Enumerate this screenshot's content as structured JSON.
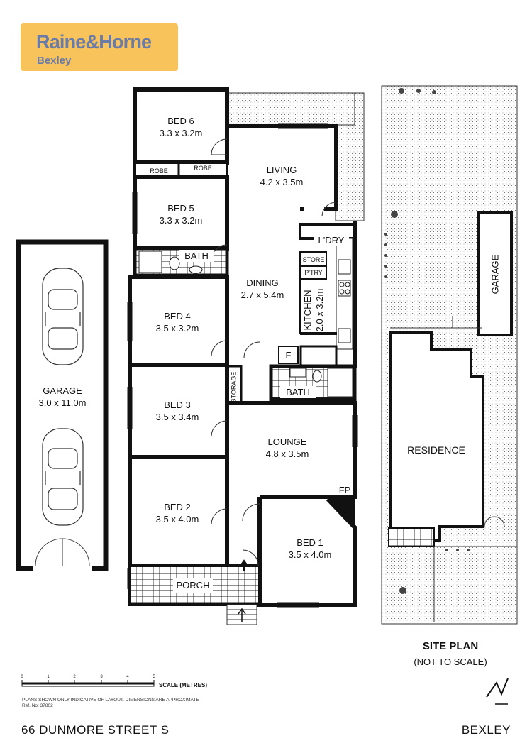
{
  "brand": {
    "name": "Raine&Horne",
    "office": "Bexley"
  },
  "rooms": {
    "bed6": {
      "name": "BED 6",
      "size": "3.3 x 3.2m"
    },
    "bed5": {
      "name": "BED 5",
      "size": "3.3 x 3.2m"
    },
    "bed4": {
      "name": "BED 4",
      "size": "3.5 x 3.2m"
    },
    "bed3": {
      "name": "BED 3",
      "size": "3.5 x 3.4m"
    },
    "bed2": {
      "name": "BED 2",
      "size": "3.5 x 4.0m"
    },
    "bed1": {
      "name": "BED 1",
      "size": "3.5 x 4.0m"
    },
    "living": {
      "name": "LIVING",
      "size": "4.2 x 3.5m"
    },
    "dining": {
      "name": "DINING",
      "size": "2.7 x 5.4m"
    },
    "kitchen": {
      "name": "KITCHEN",
      "size": "2.0 x 3.2m"
    },
    "lounge": {
      "name": "LOUNGE",
      "size": "4.8 x 3.5m"
    },
    "garage": {
      "name": "GARAGE",
      "size": "3.0 x 11.0m"
    }
  },
  "labels": {
    "robe1": "ROBE",
    "robe2": "ROBE",
    "bath_upper": "BATH",
    "bath_lower": "BATH",
    "laundry": "L'DRY",
    "store": "STORE",
    "pantry": "P'TRY",
    "fridge": "F",
    "storage": "STORAGE",
    "fireplace": "FP",
    "porch": "PORCH"
  },
  "site_plan": {
    "title": "SITE PLAN",
    "subtitle": "(NOT TO SCALE)",
    "garage": "GARAGE",
    "residence": "RESIDENCE"
  },
  "scale": {
    "ticks": [
      "0",
      "1",
      "2",
      "3",
      "4",
      "5"
    ],
    "label": "SCALE (METRES)"
  },
  "disclaimer": {
    "line1": "PLANS SHOWN ONLY INDICATIVE OF LAYOUT.  DIMENSIONS ARE APPROXIMATE",
    "line2": "Ref. No: 37802"
  },
  "footer": {
    "address": "66 DUNMORE STREET  S",
    "suburb": "BEXLEY"
  }
}
